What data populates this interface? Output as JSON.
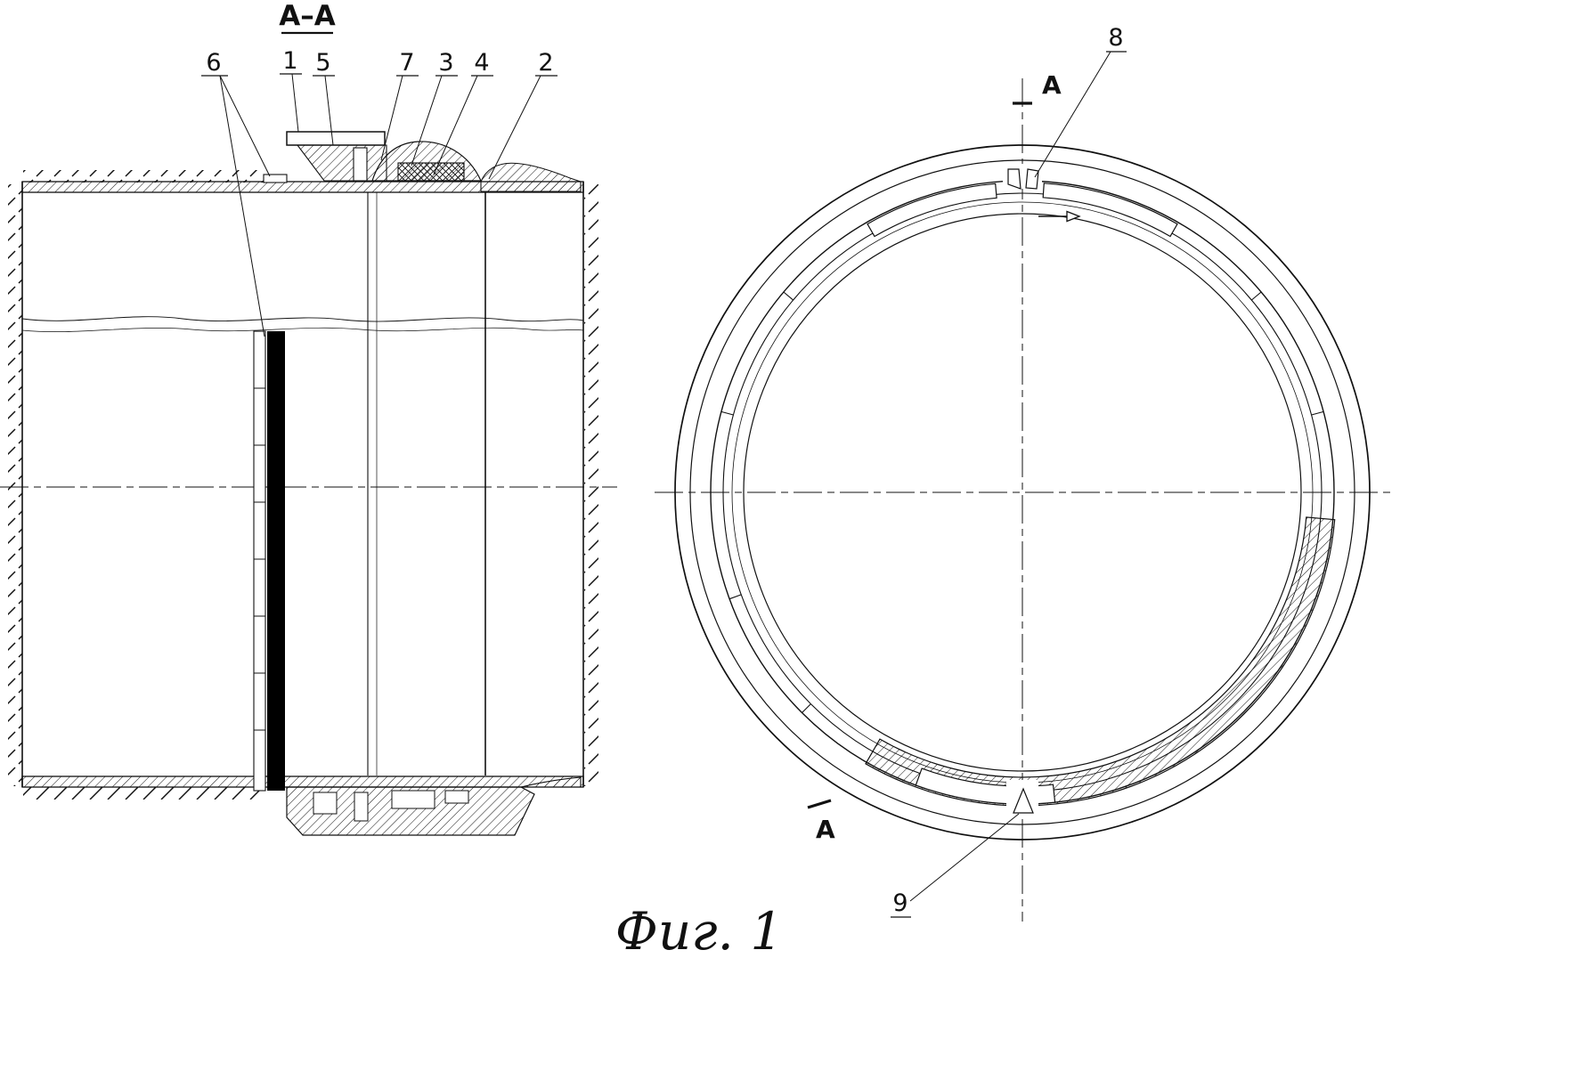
{
  "figure": {
    "caption": "Фиг. 1",
    "left_view": {
      "section_title": "А–А",
      "callouts": {
        "c6": "6",
        "c1": "1",
        "c5": "5",
        "c7": "7",
        "c3": "3",
        "c4": "4",
        "c2": "2"
      }
    },
    "right_view": {
      "callout_8": "8",
      "callout_9": "9",
      "section_mark_top": "А",
      "section_mark_bottom": "А"
    }
  }
}
